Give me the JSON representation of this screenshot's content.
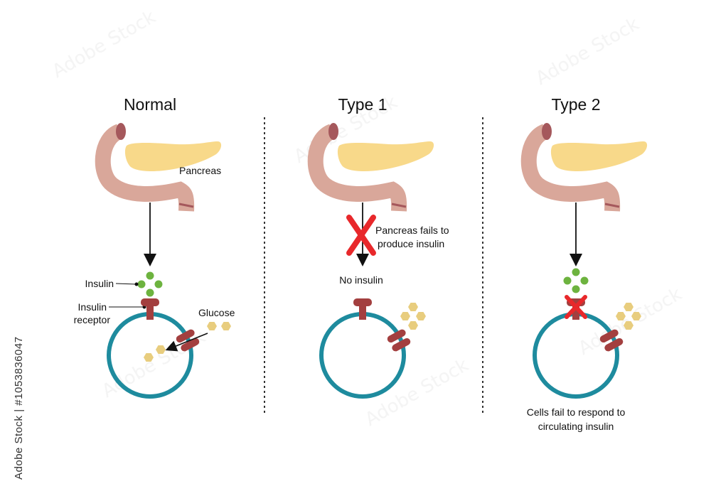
{
  "panels": [
    {
      "title": "Normal"
    },
    {
      "title": "Type 1"
    },
    {
      "title": "Type 2"
    }
  ],
  "labels": {
    "pancreas": "Pancreas",
    "insulin": "Insulin",
    "insulin_receptor_line1": "Insulin",
    "insulin_receptor_line2": "receptor",
    "glucose": "Glucose",
    "type1_fail_line1": "Pancreas fails to",
    "type1_fail_line2": "produce insulin",
    "no_insulin": "No insulin",
    "type2_fail_line1": "Cells fail to respond to",
    "type2_fail_line2": "circulating insulin"
  },
  "credit": "Adobe Stock | #1053836047",
  "colors": {
    "pancreas_body": "#F8D98A",
    "pancreas_duct": "#D9A79A",
    "pancreas_duct_dark": "#A5585C",
    "insulin": "#6DB33F",
    "receptor": "#A33F3F",
    "cell_membrane": "#1E8B9E",
    "glucose": "#E8CD7E",
    "cross": "#E8282B"
  }
}
